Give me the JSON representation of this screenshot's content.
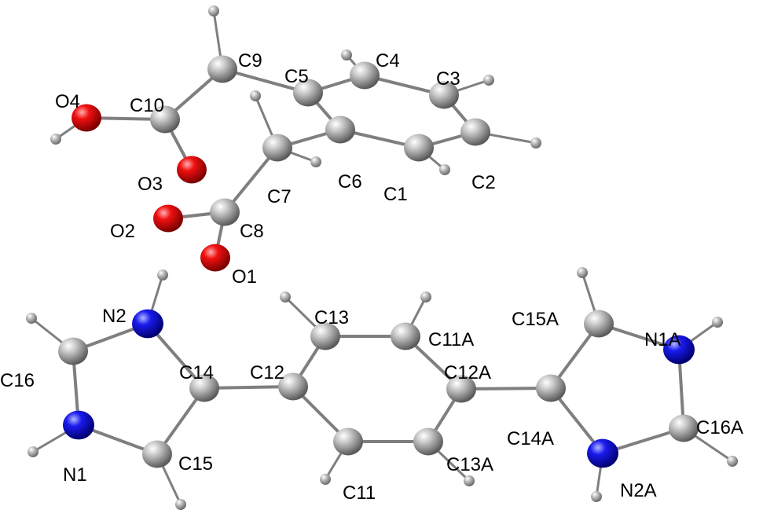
{
  "colors": {
    "background": "#ffffff",
    "bond": "#7f7f7f",
    "carbon": "#9a9a9a",
    "oxygen": "#e00000",
    "nitrogen": "#1010e0",
    "hydrogen": "#9a9a9a",
    "label": "#000000"
  },
  "atoms": [
    {
      "id": "C9",
      "label": "C9",
      "element": "C"
    },
    {
      "id": "C10",
      "label": "C10",
      "element": "C"
    },
    {
      "id": "O4",
      "label": "O4",
      "element": "O"
    },
    {
      "id": "O3",
      "label": "O3",
      "element": "O"
    },
    {
      "id": "C5",
      "label": "C5",
      "element": "C"
    },
    {
      "id": "C4",
      "label": "C4",
      "element": "C"
    },
    {
      "id": "C3",
      "label": "C3",
      "element": "C"
    },
    {
      "id": "C2",
      "label": "C2",
      "element": "C"
    },
    {
      "id": "C1",
      "label": "C1",
      "element": "C"
    },
    {
      "id": "C6",
      "label": "C6",
      "element": "C"
    },
    {
      "id": "C7",
      "label": "C7",
      "element": "C"
    },
    {
      "id": "C8",
      "label": "C8",
      "element": "C"
    },
    {
      "id": "O2",
      "label": "O2",
      "element": "O"
    },
    {
      "id": "O1",
      "label": "O1",
      "element": "O"
    },
    {
      "id": "N2",
      "label": "N2",
      "element": "N"
    },
    {
      "id": "C16",
      "label": "C16",
      "element": "C"
    },
    {
      "id": "N1",
      "label": "N1",
      "element": "N"
    },
    {
      "id": "C14",
      "label": "C14",
      "element": "C"
    },
    {
      "id": "C15",
      "label": "C15",
      "element": "C"
    },
    {
      "id": "C12",
      "label": "C12",
      "element": "C"
    },
    {
      "id": "C13",
      "label": "C13",
      "element": "C"
    },
    {
      "id": "C11",
      "label": "C11",
      "element": "C"
    },
    {
      "id": "C11A",
      "label": "C11A",
      "element": "C"
    },
    {
      "id": "C12A",
      "label": "C12A",
      "element": "C"
    },
    {
      "id": "C13A",
      "label": "C13A",
      "element": "C"
    },
    {
      "id": "C14A",
      "label": "C14A",
      "element": "C"
    },
    {
      "id": "C15A",
      "label": "C15A",
      "element": "C"
    },
    {
      "id": "N1A",
      "label": "N1A",
      "element": "N"
    },
    {
      "id": "C16A",
      "label": "C16A",
      "element": "C"
    },
    {
      "id": "N2A",
      "label": "N2A",
      "element": "N"
    },
    {
      "id": "H9",
      "label": "",
      "element": "H"
    },
    {
      "id": "H4O",
      "label": "",
      "element": "H"
    },
    {
      "id": "H4",
      "label": "",
      "element": "H"
    },
    {
      "id": "H3",
      "label": "",
      "element": "H"
    },
    {
      "id": "H2",
      "label": "",
      "element": "H"
    },
    {
      "id": "H1",
      "label": "",
      "element": "H"
    },
    {
      "id": "H7a",
      "label": "",
      "element": "H"
    },
    {
      "id": "H7b",
      "label": "",
      "element": "H"
    },
    {
      "id": "H2N",
      "label": "",
      "element": "H"
    },
    {
      "id": "H16",
      "label": "",
      "element": "H"
    },
    {
      "id": "H1N",
      "label": "",
      "element": "H"
    },
    {
      "id": "H15",
      "label": "",
      "element": "H"
    },
    {
      "id": "H13",
      "label": "",
      "element": "H"
    },
    {
      "id": "H11",
      "label": "",
      "element": "H"
    },
    {
      "id": "H11A",
      "label": "",
      "element": "H"
    },
    {
      "id": "H13A",
      "label": "",
      "element": "H"
    },
    {
      "id": "H15A",
      "label": "",
      "element": "H"
    },
    {
      "id": "H1NA",
      "label": "",
      "element": "H"
    },
    {
      "id": "H16A",
      "label": "",
      "element": "H"
    },
    {
      "id": "H2NA",
      "label": "",
      "element": "H"
    }
  ],
  "bonds": [
    [
      "C9",
      "C10"
    ],
    [
      "C9",
      "C5"
    ],
    [
      "C9",
      "H9"
    ],
    [
      "C10",
      "O4"
    ],
    [
      "C10",
      "O3"
    ],
    [
      "O4",
      "H4O"
    ],
    [
      "C5",
      "C4"
    ],
    [
      "C5",
      "C6"
    ],
    [
      "C4",
      "C3"
    ],
    [
      "C4",
      "H4"
    ],
    [
      "C3",
      "C2"
    ],
    [
      "C3",
      "H3"
    ],
    [
      "C2",
      "C1"
    ],
    [
      "C2",
      "H2"
    ],
    [
      "C1",
      "C6"
    ],
    [
      "C1",
      "H1"
    ],
    [
      "C6",
      "C7"
    ],
    [
      "C7",
      "C8"
    ],
    [
      "C7",
      "H7a"
    ],
    [
      "C7",
      "H7b"
    ],
    [
      "C8",
      "O2"
    ],
    [
      "C8",
      "O1"
    ],
    [
      "N2",
      "C16"
    ],
    [
      "N2",
      "C14"
    ],
    [
      "N2",
      "H2N"
    ],
    [
      "C16",
      "N1"
    ],
    [
      "C16",
      "H16"
    ],
    [
      "N1",
      "C15"
    ],
    [
      "N1",
      "H1N"
    ],
    [
      "C14",
      "C15"
    ],
    [
      "C15",
      "H15"
    ],
    [
      "C14",
      "C12"
    ],
    [
      "C12",
      "C13"
    ],
    [
      "C12",
      "C11"
    ],
    [
      "C13",
      "C11A"
    ],
    [
      "C13",
      "H13"
    ],
    [
      "C11",
      "C13A"
    ],
    [
      "C11",
      "H11"
    ],
    [
      "C11A",
      "C12A"
    ],
    [
      "C11A",
      "H11A"
    ],
    [
      "C12A",
      "C13A"
    ],
    [
      "C13A",
      "H13A"
    ],
    [
      "C12A",
      "C14A"
    ],
    [
      "C14A",
      "C15A"
    ],
    [
      "C14A",
      "N2A"
    ],
    [
      "C15A",
      "N1A"
    ],
    [
      "C15A",
      "H15A"
    ],
    [
      "N1A",
      "C16A"
    ],
    [
      "N1A",
      "H1NA"
    ],
    [
      "C16A",
      "N2A"
    ],
    [
      "C16A",
      "H16A"
    ],
    [
      "N2A",
      "H2NA"
    ]
  ]
}
